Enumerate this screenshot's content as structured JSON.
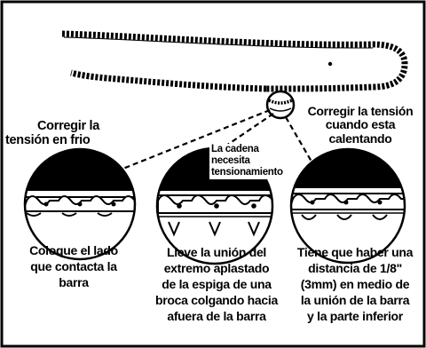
{
  "labels": {
    "top_left": [
      "Corregir la",
      "tensión en frio"
    ],
    "top_right": [
      "Corregir la tensión",
      "cuando esta",
      "calentando"
    ],
    "middle": [
      "La cadena",
      "necesita",
      "tensionamiento"
    ]
  },
  "captions": {
    "left": [
      "Coloque el lado",
      "que contacta la",
      "barra"
    ],
    "middle": [
      "Lleve la unión del",
      "extremo aplastado",
      "de la espiga de una",
      "broca colgando hacia",
      "afuera de la barra"
    ],
    "right": [
      "Tiene que haber una",
      "distancia de 1/8\"",
      "(3mm) en medio de",
      "la unión de la barra",
      "y la parte inferior"
    ]
  }
}
